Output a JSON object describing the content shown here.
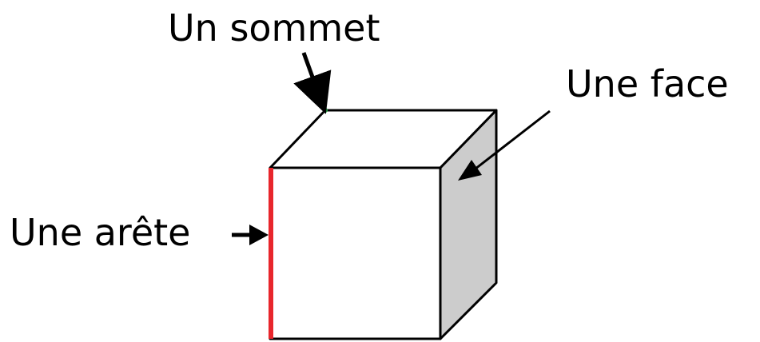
{
  "labels": {
    "vertex": "Un sommet",
    "face": "Une face",
    "edge": "Une arête"
  },
  "colors": {
    "outline": "#000000",
    "front_face": "#ffffff",
    "side_face": "#cccccc",
    "highlighted_edge": "#e8262c",
    "highlighted_vertex": "#2aa84a"
  },
  "shape": "cube"
}
